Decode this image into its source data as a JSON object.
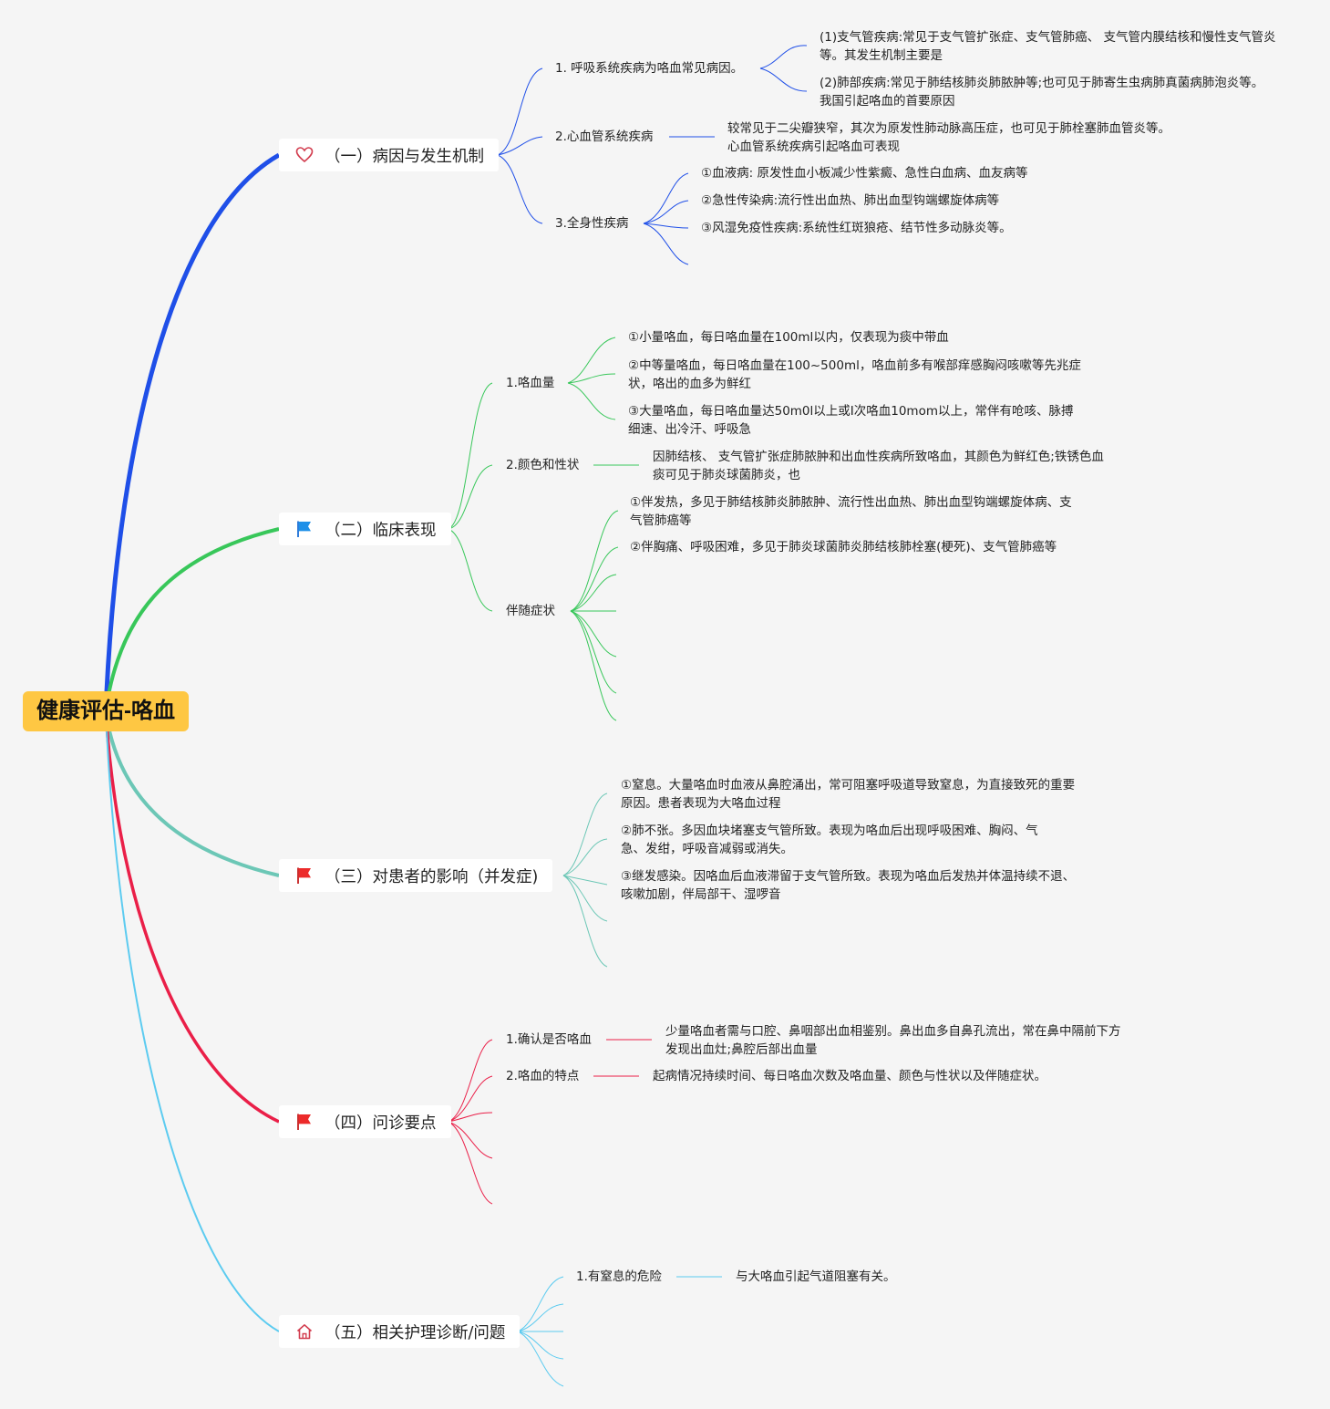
{
  "root": {
    "title": "健康评估-咯血"
  },
  "colors": {
    "branch1": "#1f4fe8",
    "branch2": "#38c75a",
    "branch3": "#6cc7b6",
    "branch4": "#ea1f48",
    "branch5": "#5ccbf0",
    "root_fill": "#fec743"
  },
  "branches": [
    {
      "label": "（一）病因与发生机制",
      "icon": "heart-icon",
      "children": [
        {
          "label": "1. 呼吸系统疾病为咯血常见病因。",
          "items": [
            "(1)支气管疾病:常见于支气管扩张症、支气管肺癌、 支气管内膜结核和慢性支气管炎等。其发生机制主要是",
            "(2)肺部疾病:常见于肺结核肺炎肺脓肿等;也可见于肺寄生虫病肺真菌病肺泡炎等。我国引起咯血的首要原因"
          ]
        },
        {
          "label": "2.心血管系统疾病",
          "items": [
            "较常见于二尖瓣狭窄，其次为原发性肺动脉高压症，也可见于肺栓塞肺血管炎等。心血管系统疾病引起咯血可表现"
          ]
        },
        {
          "label": "3.全身性疾病",
          "items": [
            "①血液病: 原发性血小板减少性紫癜、急性白血病、血友病等",
            "②急性传染病:流行性出血热、肺出血型钩端螺旋体病等",
            "③风湿免疫性疾病:系统性红斑狼疮、结节性多动脉炎等。"
          ]
        }
      ]
    },
    {
      "label": "（二）临床表现",
      "icon": "flag-icon",
      "children": [
        {
          "label": "1.咯血量",
          "items": [
            "①小量咯血，每日咯血量在100ml以内，仅表现为痰中带血",
            "②中等量咯血，每日咯血量在100~500ml，咯血前多有喉部痒感胸闷咳嗽等先兆症状，咯出的血多为鲜红",
            "③大量咯血，每日咯血量达50m0l以上或I次咯血10mom以上，常伴有呛咳、脉搏细速、出冷汗、呼吸急"
          ]
        },
        {
          "label": "2.颜色和性状",
          "items": [
            "因肺结核、 支气管扩张症肺脓肿和出血性疾病所致咯血，其颜色为鲜红色;铁锈色血痰可见于肺炎球菌肺炎，也"
          ]
        },
        {
          "label": "伴随症状",
          "items": [
            "①伴发热，多见于肺结核肺炎肺脓肿、流行性出血热、肺出血型钩端螺旋体病、支气管肺癌等",
            "②伴胸痛、呼吸困难，多见于肺炎球菌肺炎肺结核肺栓塞(梗死)、支气管肺癌等"
          ]
        }
      ]
    },
    {
      "label": "（三）对患者的影响（并发症)",
      "icon": "flag-icon",
      "items": [
        "①窒息。大量咯血时血液从鼻腔涌出，常可阻塞呼吸道导致窒息，为直接致死的重要原因。患者表现为大咯血过程",
        "②肺不张。多因血块堵塞支气管所致。表现为咯血后出现呼吸困难、胸闷、气急、发绀，呼吸音减弱或消失。",
        "③继发感染。因咯血后血液滞留于支气管所致。表现为咯血后发热并体温持续不退、咳嗽加剧，伴局部干、湿啰音"
      ]
    },
    {
      "label": "（四）问诊要点",
      "icon": "flag-icon",
      "children": [
        {
          "label": "1.确认是否咯血",
          "items": [
            "少量咯血者需与口腔、鼻咽部出血相鉴别。鼻出血多自鼻孔流出，常在鼻中隔前下方发现出血灶;鼻腔后部出血量"
          ]
        },
        {
          "label": "2.咯血的特点",
          "items": [
            "起病情况持续时间、每日咯血次数及咯血量、颜色与性状以及伴随症状。"
          ]
        }
      ]
    },
    {
      "label": "（五）相关护理诊断/问题",
      "icon": "home-icon",
      "children": [
        {
          "label": "1.有窒息的危险",
          "items": [
            "与大咯血引起气道阻塞有关。"
          ]
        }
      ]
    }
  ]
}
